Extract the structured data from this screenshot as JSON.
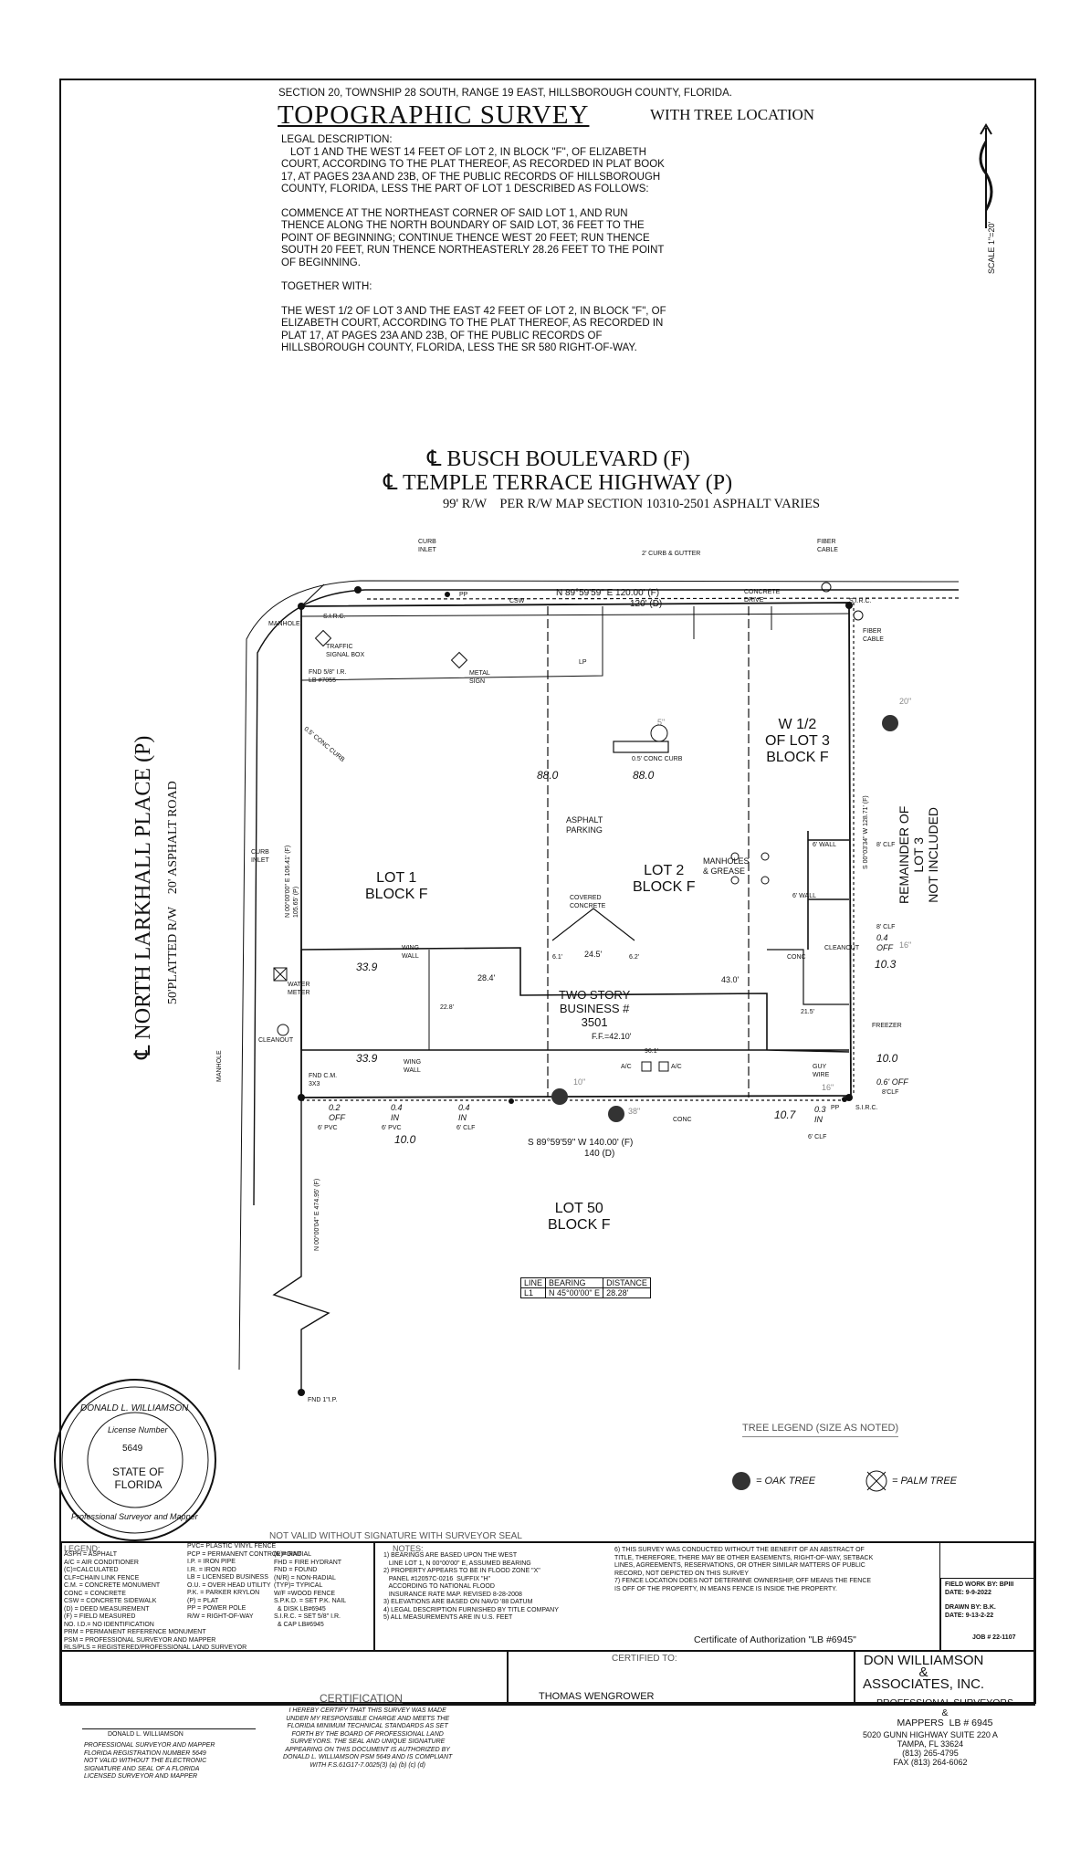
{
  "header": {
    "section_line": "SECTION 20, TOWNSHIP 28 SOUTH, RANGE 19 EAST, HILLSBOROUGH COUNTY, FLORIDA.",
    "title": "TOPOGRAPHIC SURVEY",
    "subtitle": "WITH TREE LOCATION"
  },
  "legal": {
    "heading": "LEGAL DESCRIPTION:",
    "p1": "LOT 1 AND THE WEST 14 FEET OF LOT 2, IN BLOCK \"F\", OF ELIZABETH COURT, ACCORDING TO THE PLAT THEREOF, AS RECORDED IN PLAT BOOK 17, AT PAGES 23A AND 23B, OF THE PUBLIC RECORDS OF HILLSBOROUGH COUNTY, FLORIDA, LESS THE PART OF LOT 1 DESCRIBED AS FOLLOWS:",
    "p2": "COMMENCE AT THE NORTHEAST CORNER OF SAID LOT 1, AND RUN THENCE ALONG THE NORTH BOUNDARY OF SAID LOT, 36 FEET TO THE POINT OF BEGINNING; CONTINUE THENCE WEST 20 FEET; RUN THENCE SOUTH 20 FEET, RUN THENCE NORTHEASTERLY 28.26 FEET TO THE POINT OF BEGINNING.",
    "p3": "TOGETHER WITH:",
    "p4": "THE WEST 1/2 OF LOT 3 AND THE EAST 42 FEET OF LOT 2, IN BLOCK \"F\", OF ELIZABETH COURT, ACCORDING TO THE PLAT THEREOF, AS RECORDED IN PLAT 17, AT PAGES 23A AND 23B, OF THE PUBLIC RECORDS OF HILLSBOROUGH COUNTY, FLORIDA, LESS THE SR 580 RIGHT-OF-WAY."
  },
  "scale": "SCALE 1\"=20'",
  "roads": {
    "busch": "℄ BUSCH BOULEVARD (F)",
    "temple": "℄ TEMPLE TERRACE HIGHWAY (P)",
    "row_note": "99' R/W    PER R/W MAP SECTION 10310-2501 ASPHALT VARIES",
    "larkhall": "℄ NORTH LARKHALL PLACE (P)",
    "larkhall_note": "50'PLATTED R/W    20' ASPHALT ROAD"
  },
  "plan_labels": {
    "curb_inlet_top": "CURB\nINLET",
    "curb_gutter": "2' CURB & GUTTER",
    "fiber_cable_top": "FIBER\nCABLE",
    "fiber_cable_right": "FIBER\nCABLE",
    "north_bearing": "N 89°59'59\" E 120.00' (F)",
    "north_dist": "120' (D)",
    "csw": "CSW",
    "pp": "PP",
    "concrete_drive": "CONCRETE\nDRIVE",
    "sirc_top": "S.I.R.C.",
    "sirc_left": "S.I.R.C.",
    "manhole": "MANHOLE",
    "traffic_box": "TRAFFIC\nSIGNAL BOX",
    "fnd_ir": "FND 5/8\" I.R.\nLB #7055",
    "metal_sign": "METAL\nSIGN",
    "lp": "LP",
    "conc_curb_left": "0.5' CONC CURB",
    "conc_curb_mid": "0.5' CONC CURB",
    "w_half": "W 1/2\nOF LOT 3\nBLOCK F",
    "lot1": "LOT 1\nBLOCK F",
    "lot2": "LOT 2\nBLOCK F",
    "asphalt_parking": "ASPHALT\nPARKING",
    "manholes_grease": "MANHOLES\n& GREASE",
    "covered_concrete": "COVERED\nCONCRETE",
    "dim_88_left": "88.0",
    "dim_88_right": "88.0",
    "remainder": "REMAINDER OF\nLOT 3\nNOT INCLUDED",
    "east_bearing": "S 00°03'34\" W 128.71' (F)",
    "wall_6_a": "6' WALL",
    "wall_6_b": "6' WALL",
    "clf_8_a": "8' CLF",
    "clf_8_b": "8' CLF",
    "off_04": "0.4\nOFF",
    "dim_103": "10.3",
    "cleanout_r": "CLEANOUT",
    "conc_r": "CONC",
    "wing_wall_a": "WING\nWALL",
    "wing_wall_b": "WING\nWALL",
    "dim_339_a": "33.9",
    "dim_339_b": "33.9",
    "dim_284": "28.4'",
    "dim_245": "24.5'",
    "dim_430": "43.0'",
    "dim_61a": "6.1'",
    "dim_62": "6.2'",
    "dim_228": "22.8'",
    "dim_215": "21.5'",
    "business": "TWO STORY\nBUSINESS #\n3501",
    "ff": "F.F.=42.10'",
    "dim_961": "96.1'",
    "ac_a": "A/C",
    "ac_b": "A/C",
    "freezer": "FREEZER",
    "dim_100": "10.0",
    "guy_wire": "GUY\nWIRE",
    "off_06": "0.6' OFF",
    "clf_8_c": "8'CLF",
    "water_meter": "WATER\nMETER",
    "cleanout_l": "CLEANOUT",
    "fnd_cm": "FND C.M.\n3X3",
    "off_02": "0.2\nOFF",
    "pvc_6": "6' PVC",
    "in_04a": "0.4\nIN",
    "pvc_6b": "6' PVC",
    "in_04b": "0.4\nIN",
    "clf_6a": "6' CLF",
    "dim_100b": "10.0",
    "south_bearing": "S 89°59'59\" W 140.00' (F)",
    "south_dist": "140 (D)",
    "conc_s": "CONC",
    "dim_107": "10.7",
    "in_03": "0.3\nIN",
    "clf_6b": "6' CLF",
    "pp_se": "PP",
    "sirc_se": "S.I.R.C.",
    "west_bearing_a": "N 00°00'00\" E 106.41' (F)\n105.65' (P)",
    "west_bearing_b": "N 00°00'04\" E 474.95' (F)",
    "manhole_l": "MANHOLE",
    "curb_inlet_l": "CURB\nINLET",
    "lot50": "LOT 50\nBLOCK F",
    "fnd_ip": "FND 1\"I.P.",
    "tree_20": "20\"",
    "tree_16a": "16\"",
    "tree_10": "10\"",
    "tree_38": "38\"",
    "tree_16b": "16\"",
    "tree_5": "5\""
  },
  "line_table": {
    "headers": [
      "LINE",
      "BEARING",
      "DISTANCE"
    ],
    "row": [
      "L1",
      "N 45°00'00\" E",
      "28.28'"
    ]
  },
  "seal": {
    "name": "DONALD L. WILLIAMSON",
    "license": "License Number",
    "number": "5649",
    "state": "STATE OF\nFLORIDA",
    "role": "Professional Surveyor and Mapper"
  },
  "tree_legend": {
    "title": "TREE LEGEND (SIZE AS NOTED)",
    "oak": "= OAK TREE",
    "palm": "= PALM TREE"
  },
  "not_valid": "NOT VALID WITHOUT SIGNATURE WITH SURVEYOR SEAL",
  "legend": {
    "title": "LEGEND:",
    "col1": "ASPH = ASPHALT\nA/C = AIR CONDITIONER\n(C)=CALCULATED\nCLF=CHAIN LINK FENCE\nC.M. = CONCRETE MONUMENT\nCONC = CONCRETE\nCSW = CONCRETE SIDEWALK\n(D) = DEED MEASUREMENT\n(F) = FIELD MEASURED\nNO. I.D.= NO IDENTIFICATION\nPRM = PERMANENT REFERENCE MONUMENT\nPSM = PROFESSIONAL SURVEYOR AND MAPPER\nRLS/PLS = REGISTERED/PROFESSIONAL LAND SURVEYOR",
    "col2": "PVC= PLASTIC VINYL FENCE\nPCP = PERMANENT CONTROL POINT\nI.P. = IRON PIPE\nI.R. = IRON ROD\nLB = LICENSED BUSINESS\nO.U. = OVER HEAD UTILITY\nP.K. = PARKER KRYLON\n(P) = PLAT\nPP = POWER POLE\nR/W = RIGHT-OF-WAY",
    "col3": "(R)= RADIAL\nFHD = FIRE HYDRANT\nFND = FOUND\n(N/R) = NON-RADIAL\n(TYP)= TYPICAL\nW/F =WOOD FENCE\nS.P.K.D. = SET P.K. NAIL\n  & DISK LB#6945\nS.I.R.C. = SET 5/8\" I.R.\n  & CAP LB#6945"
  },
  "notes": {
    "title": "NOTES:",
    "text": "1) BEARINGS ARE BASED UPON THE WEST\n   LINE LOT 1, N 00°00'00\" E, ASSUMED BEARING\n2) PROPERTY APPEARS TO BE IN FLOOD ZONE \"X\"\n   PANEL #12057C-0216  SUFFIX \"H\"\n   ACCORDING TO NATIONAL FLOOD\n   INSURANCE RATE MAP. REVISED 8-28-2008\n3) ELEVATIONS ARE BASED ON NAVD '88 DATUM\n4) LEGAL DESCRIPTION FURNISHED BY TITLE COMPANY\n5) ALL MEASUREMENTS ARE IN U.S. FEET",
    "text2": "6) THIS SURVEY WAS CONDUCTED WITHOUT THE BENEFIT OF AN ABSTRACT OF\nTITLE, THEREFORE, THERE MAY BE OTHER EASEMENTS, RIGHT-OF-WAY, SETBACK\nLINES, AGREEMENTS, RESERVATIONS, OR OTHER SIMILAR MATTERS OF PUBLIC\nRECORD, NOT DEPICTED ON THIS SURVEY\n7) FENCE LOCATION DOES NOT DETERMINE OWNERSHIP, OFF MEANS THE FENCE\nIS OFF OF THE PROPERTY, IN MEANS FENCE IS INSIDE THE PROPERTY.",
    "authorization": "Certificate of Authorization \"LB #6945\""
  },
  "job": {
    "field_work": "FIELD WORK BY: BPIII\nDATE: 9-9-2022",
    "drawn": "DRAWN BY: B.K.\nDATE: 9-13-2-22",
    "job_no": "JOB # 22-1107"
  },
  "certification": {
    "surveyor": "DONALD L. WILLIAMSON",
    "surveyor_note": "PROFESSIONAL SURVEYOR AND MAPPER\nFLORIDA REGISTRATION NUMBER 5649\nNOT VALID WITHOUT THE ELECTRONIC\nSIGNATURE AND SEAL OF A FLORIDA\nLICENSED SURVEYOR AND MAPPER",
    "title": "CERTIFICATION",
    "text": "I HEREBY CERTIFY THAT THIS SURVEY WAS MADE\nUNDER MY RESPONSIBLE CHARGE AND MEETS THE\nFLORIDA MINIMUM TECHNICAL STANDARDS AS SET\nFORTH BY THE BOARD OF PROFESSIONAL LAND\nSURVEYORS. THE SEAL AND UNIQUE SIGNATURE\nAPPEARING ON THIS DOCUMENT IS AUTHORIZED BY\nDONALD L. WILLIAMSON PSM 5649 AND IS COMPLIANT\nWITH F.S.61G17-7.0025(3) (a) (b) (c) (d)",
    "certified_to_label": "CERTIFIED TO:",
    "certified_to": "THOMAS WENGROWER"
  },
  "company": {
    "name": "DON WILLIAMSON\n&\nASSOCIATES, INC.",
    "line2": "PROFESSIONAL SURVEYORS\n&\nMAPPERS  LB # 6945",
    "address": "5020 GUNN HIGHWAY SUITE 220 A\nTAMPA, FL 33624\n(813) 265-4795\nFAX (813) 264-6062"
  }
}
